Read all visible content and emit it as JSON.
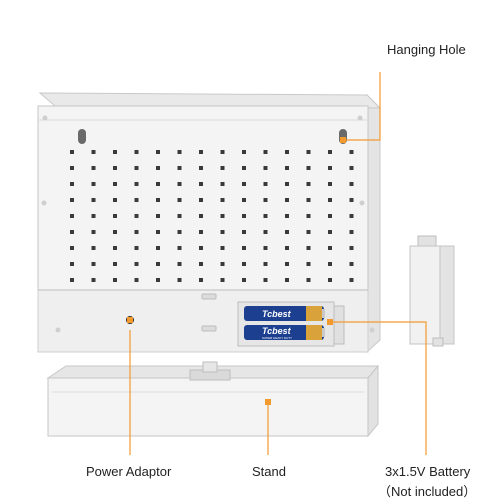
{
  "callouts": {
    "hanging_hole": "Hanging Hole",
    "power_adaptor": "Power Adaptor",
    "stand": "Stand",
    "battery_line1": "3x1.5V Battery",
    "battery_line2": "（Not included）"
  },
  "battery": {
    "brand": "Tcbest",
    "subtext": "SUPER HEAVY DUTY"
  },
  "colors": {
    "accent": "#F29A2E",
    "device_body": "#F2F2F2",
    "device_edge": "#C9C9C9",
    "vent_hole": "#3A3A3A",
    "battery_blue": "#1D3F8F",
    "battery_gold": "#D9A23A"
  }
}
